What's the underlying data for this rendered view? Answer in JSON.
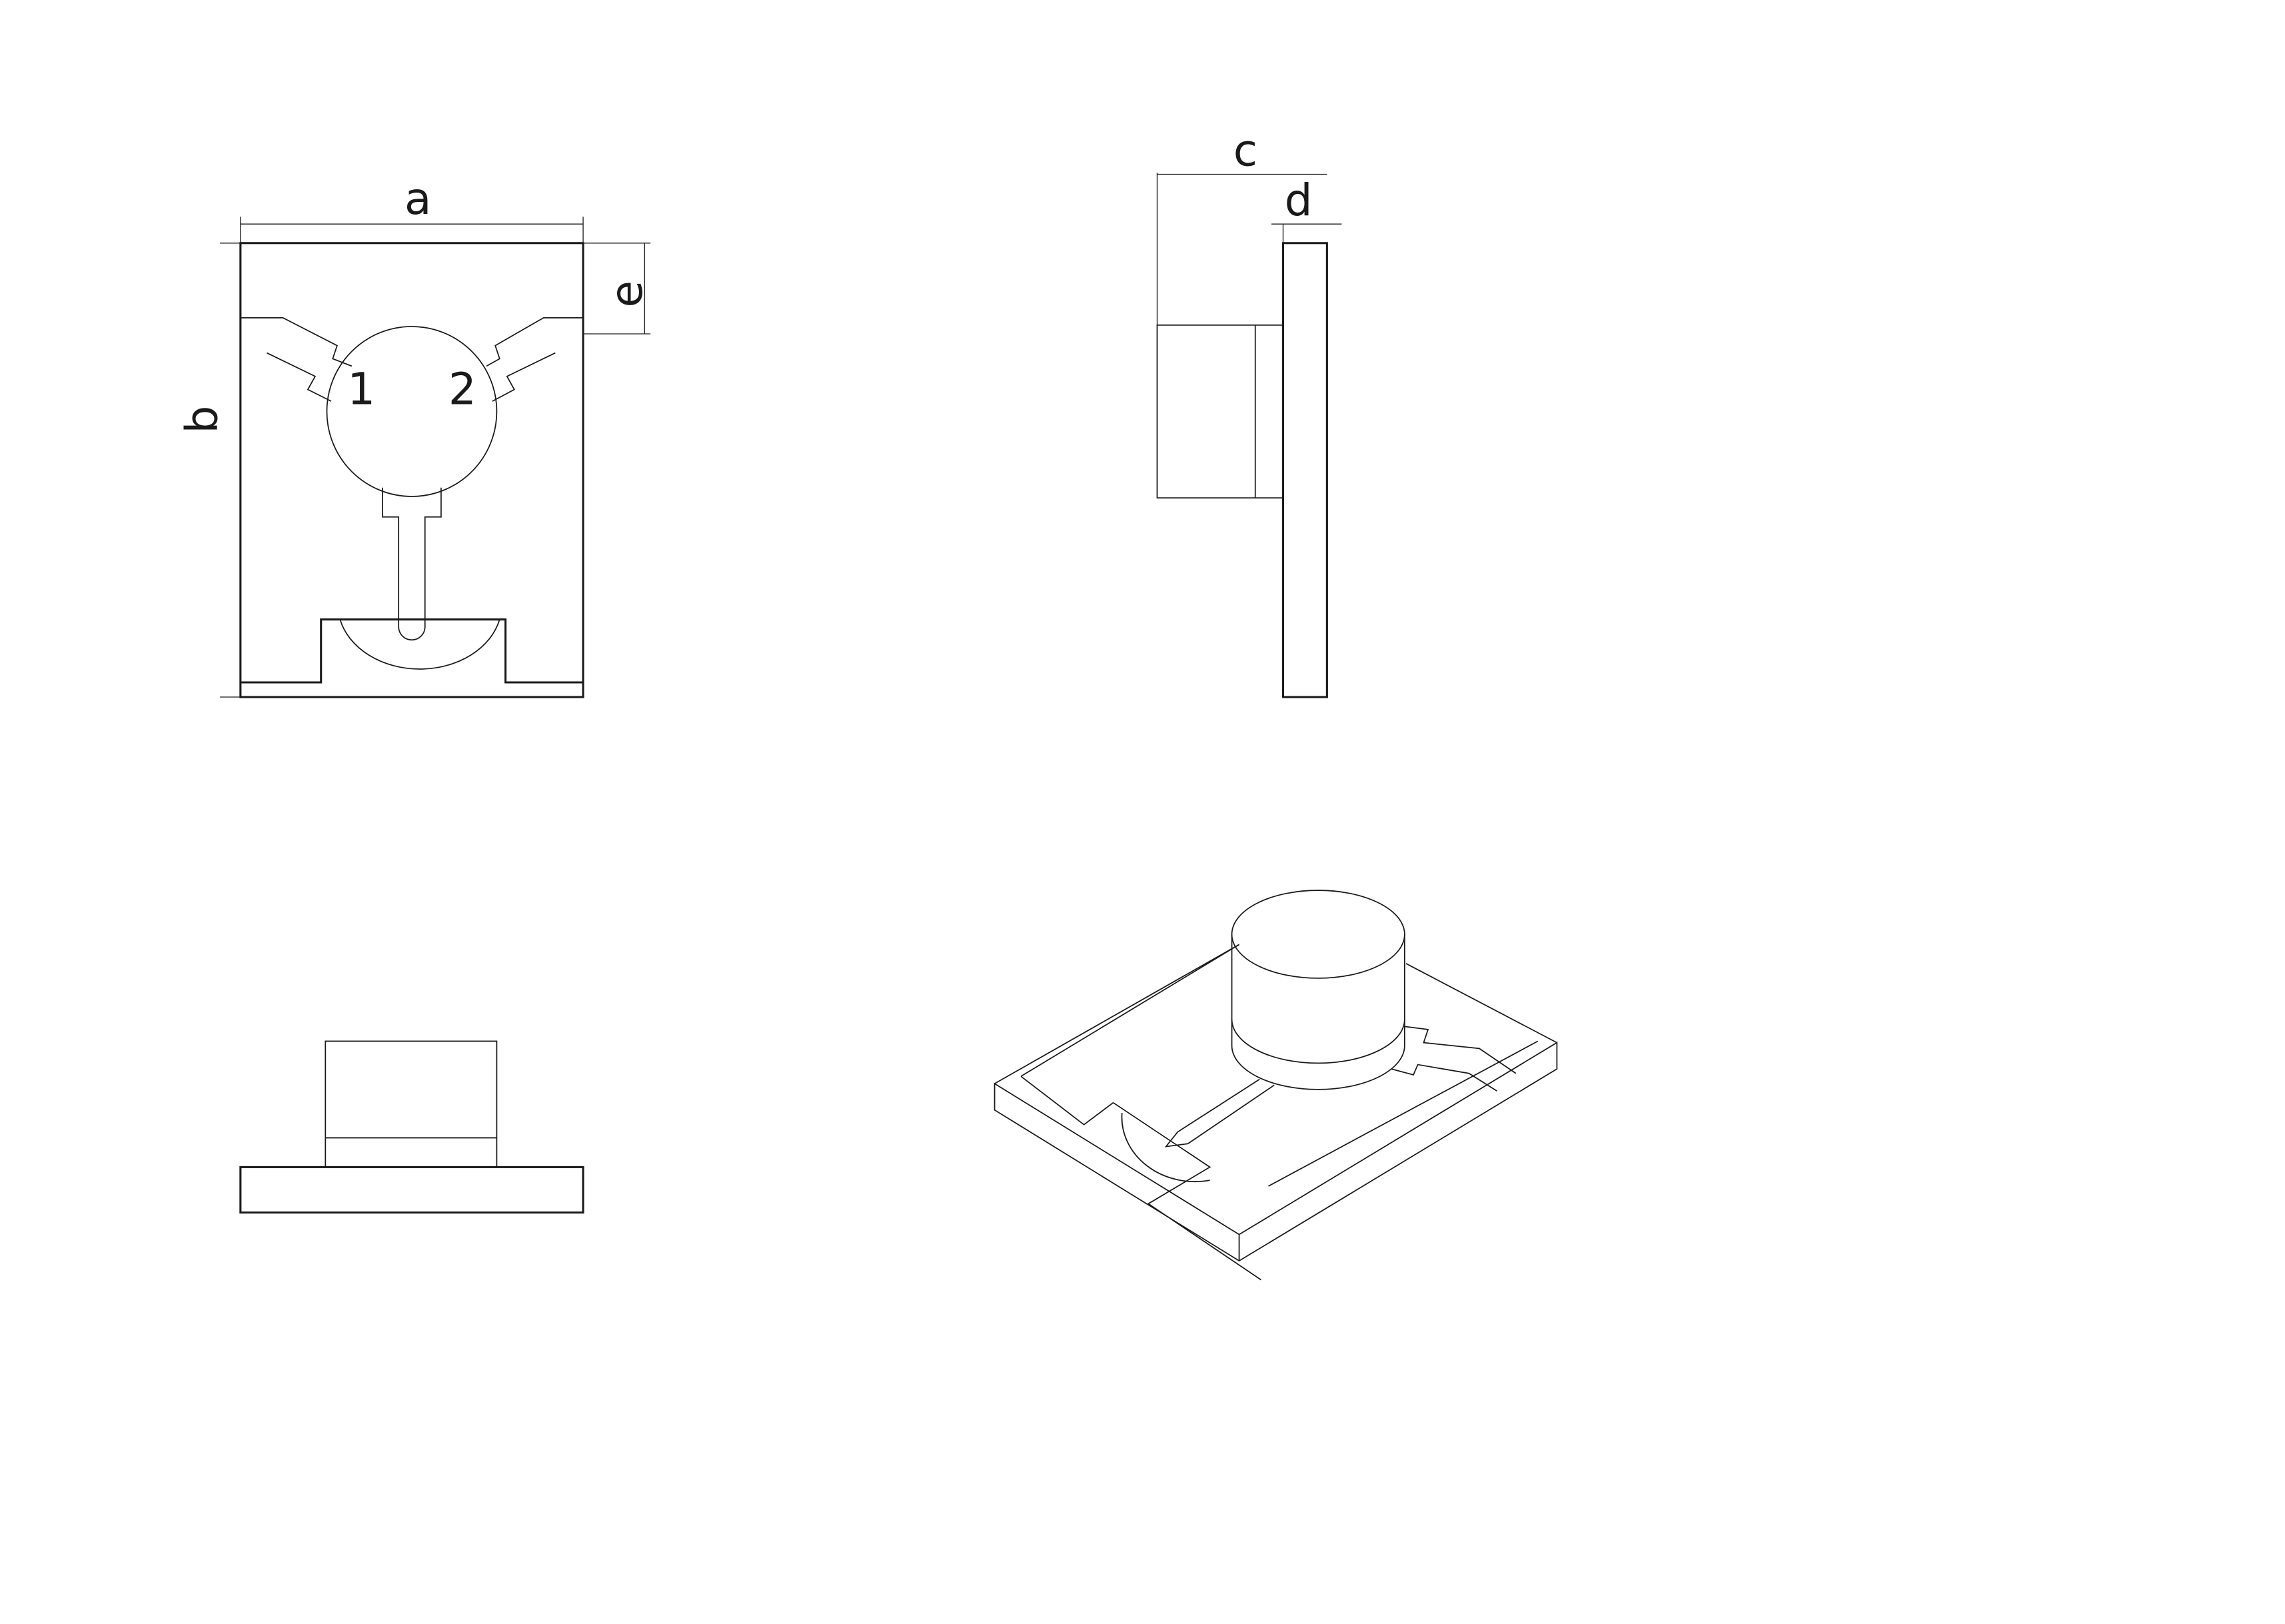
{
  "drawing": {
    "background": "#ffffff",
    "line_color": "#1a1a1a",
    "views": {
      "front": {
        "dimensions": {
          "width_label": "a",
          "height_label": "b",
          "offset_label": "e"
        },
        "port_labels": [
          "1",
          "2"
        ]
      },
      "side": {
        "dimensions": {
          "depth_label": "c",
          "plate_label": "d"
        }
      },
      "top": {},
      "isometric": {}
    }
  }
}
